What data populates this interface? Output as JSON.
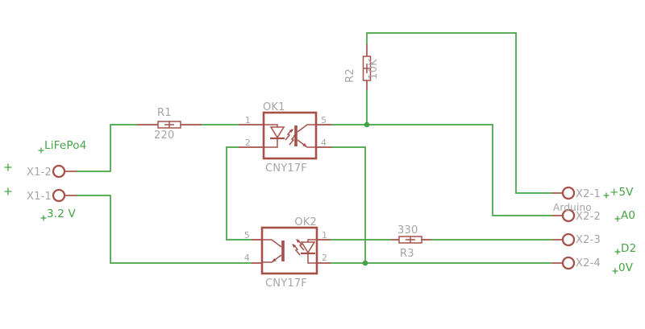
{
  "colors": {
    "background": "#FFFFFF",
    "wire": "#44A344",
    "component": "#A5514A",
    "text_gray": "#A5A5A5"
  },
  "parts": {
    "R1": {
      "name": "R1",
      "value": "220"
    },
    "R2": {
      "name": "R2",
      "value": "10K"
    },
    "R3": {
      "name": "R3",
      "value": "330"
    },
    "OK1": {
      "name": "OK1",
      "value": "CNY17F",
      "pin_top_left": "1",
      "pin_bottom_left": "2",
      "pin_top_right": "5",
      "pin_bottom_right": "4"
    },
    "OK2": {
      "name": "OK2",
      "value": "CNY17F",
      "pin_top_left": "5",
      "pin_bottom_left": "4",
      "pin_top_right": "1",
      "pin_bottom_right": "2"
    },
    "X1": {
      "pin2_name": "X1-2",
      "pin1_name": "X1-1"
    },
    "X2": {
      "label": "Arduino",
      "pin1_name": "X2-1",
      "pin2_name": "X2-2",
      "pin3_name": "X2-3",
      "pin4_name": "X2-4"
    }
  },
  "net_labels": {
    "battery": "LiFePo4",
    "battery_voltage": "3.2 V",
    "supply": "+5V",
    "analog_in": "A0",
    "digital": "D2",
    "ground": "0V"
  }
}
